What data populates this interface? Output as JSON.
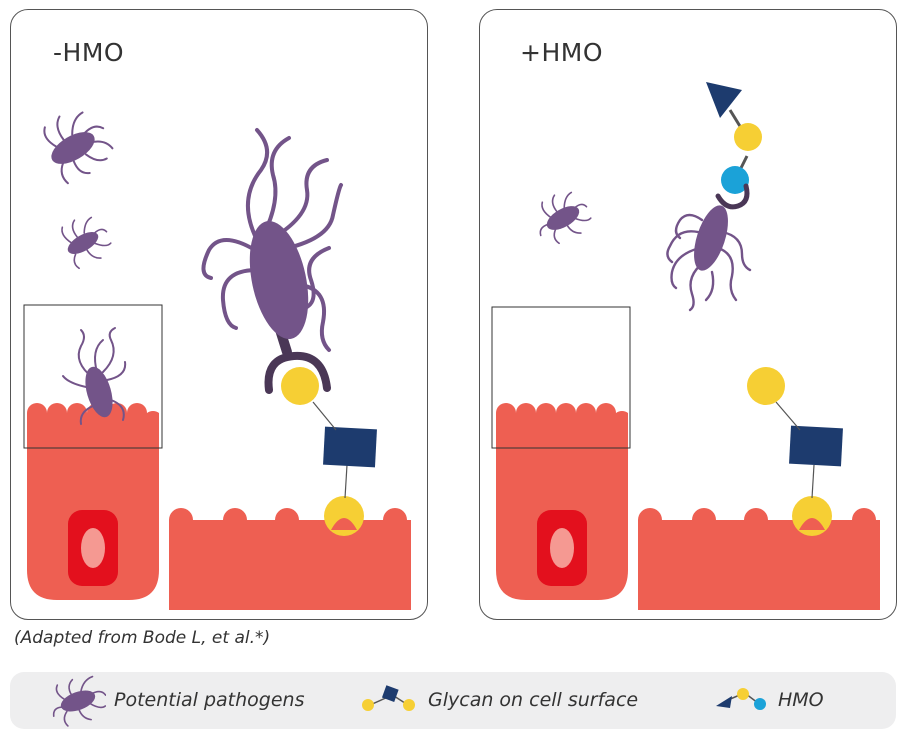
{
  "panels": {
    "left": {
      "title": "-HMO"
    },
    "right": {
      "title": "+HMO"
    }
  },
  "source_note": "(Adapted from Bode L, et al.*)",
  "legend": {
    "pathogens": "Potential pathogens",
    "glycan": "Glycan on cell surface",
    "hmo": "HMO"
  },
  "colors": {
    "pathogen": "#735489",
    "cell": "#ee5f52",
    "nucleus": "#e3101d",
    "glycan_circle": "#f6cf34",
    "glycan_square": "#1d3b6e",
    "hmo_blue": "#1ba2d8",
    "receptor": "#4a3756"
  }
}
